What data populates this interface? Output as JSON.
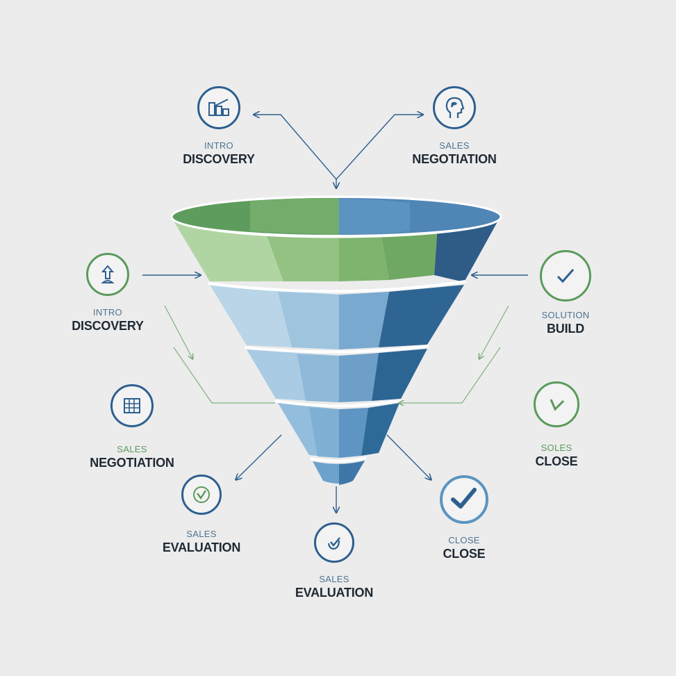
{
  "colors": {
    "background": "#ececec",
    "navy": "#2d5f8f",
    "green": "#5a9a5a",
    "light_blue": "#5b94c0"
  },
  "nodes": [
    {
      "id": "top-left",
      "small": "INTRO",
      "big": "DISCOVERY",
      "icon": "chart-icon",
      "small_color": "blue"
    },
    {
      "id": "top-right",
      "small": "SALES",
      "big": "NEGOTIATION",
      "icon": "head-profile-icon",
      "small_color": "blue"
    },
    {
      "id": "mid-left",
      "small": "INTRO",
      "big": "DISCOVERY",
      "icon": "upload-icon",
      "small_color": "green"
    },
    {
      "id": "mid-right",
      "small": "SOLUTION",
      "big": "BUILD",
      "icon": "check-icon",
      "small_color": "blue"
    },
    {
      "id": "lower-left",
      "small": "SALES",
      "big": "NEGOTIATION",
      "icon": "grid-icon",
      "small_color": "green"
    },
    {
      "id": "lower-right",
      "small": "SOLES",
      "big": "CLOSE",
      "icon": "check-icon",
      "small_color": "green"
    },
    {
      "id": "bottom-left",
      "small": "SALES",
      "big": "EVALUATION",
      "icon": "check-icon",
      "small_color": "blue"
    },
    {
      "id": "bottom-center",
      "small": "SALES",
      "big": "EVALUATION",
      "icon": "check-icon",
      "small_color": "blue"
    },
    {
      "id": "bottom-right",
      "small": "CLOSE",
      "big": "CLOSE",
      "icon": "check-icon",
      "small_color": "blue"
    }
  ]
}
